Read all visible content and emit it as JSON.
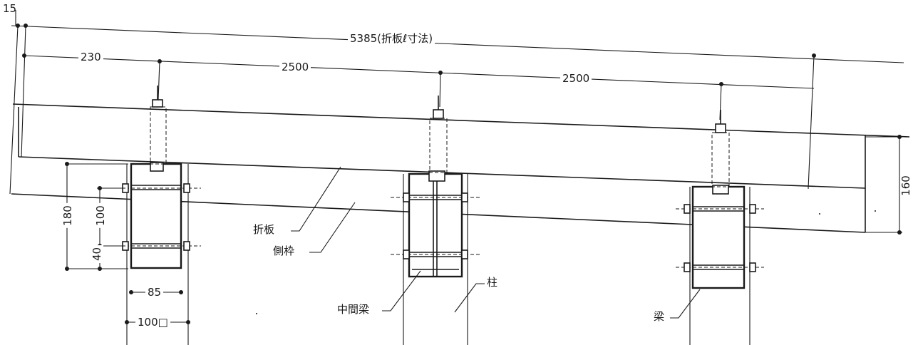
{
  "dimensions": {
    "overall_offset": "15",
    "overall_length": "5385(折板ℓ寸法)",
    "end_span": "230",
    "span_1": "2500",
    "span_2": "2500",
    "panel_height": "160",
    "column_face": "180",
    "bolt_pitch": "100",
    "bolt_edge": "40",
    "beam_width": "85",
    "column_size": "100□"
  },
  "labels": {
    "folded_plate": "折板",
    "side_frame": "側枠",
    "intermediate_beam": "中間梁",
    "column": "柱",
    "beam": "梁"
  }
}
